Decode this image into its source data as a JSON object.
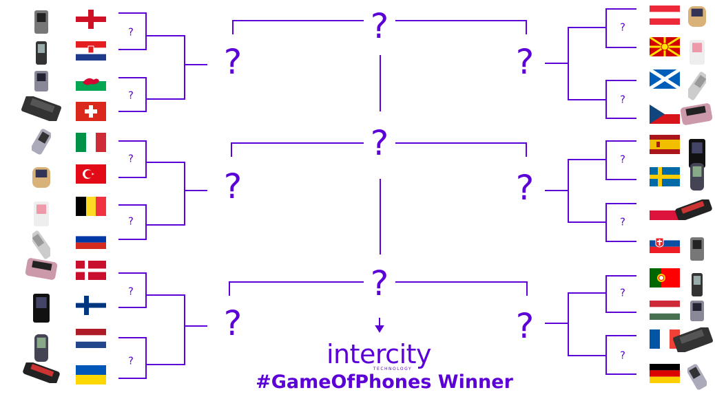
{
  "bracket": {
    "match_label": "?",
    "group_label": "?",
    "final_label": "?"
  },
  "left_flags": [
    "england",
    "croatia",
    "wales",
    "switzerland",
    "italy",
    "turkey",
    "belgium",
    "russia",
    "denmark",
    "finland",
    "netherlands",
    "ukraine"
  ],
  "right_flags": [
    "austria",
    "macedonia",
    "scotland",
    "czech-republic",
    "spain",
    "sweden",
    "poland",
    "slovakia",
    "portugal",
    "hungary",
    "france",
    "germany"
  ],
  "left_phones": [
    "motorola-razr-icon",
    "nokia-candybar-icon",
    "blackberry-curve-icon",
    "vintage-brick-phone-icon",
    "sony-ericsson-icon",
    "nokia-7600-icon",
    "samsung-galaxy-note-icon",
    "motorola-dynatac-icon",
    "sidekick-slider-icon",
    "nokia-lumia-icon",
    "nokia-3310-icon",
    "nokia-7280-icon"
  ],
  "right_phones": [
    "flip-phone-icon",
    "nokia-communicator-icon",
    "blackberry-pearl-icon",
    "htc-touch-icon",
    "nokia-8110-banana-icon",
    "nokia-5110-icon",
    "sony-ericsson-t68-icon",
    "motorola-startac-icon",
    "nokia-e90-icon",
    "motorola-v3-icon",
    "siemens-sl-icon",
    "iphone-icon"
  ],
  "brand": {
    "logo_text": "intercity",
    "logo_sub": "TECHNOLOGY",
    "hashtag": "#GameOfPhones Winner"
  },
  "colors": {
    "accent": "#5b00d6",
    "line": "#5b00d6"
  }
}
